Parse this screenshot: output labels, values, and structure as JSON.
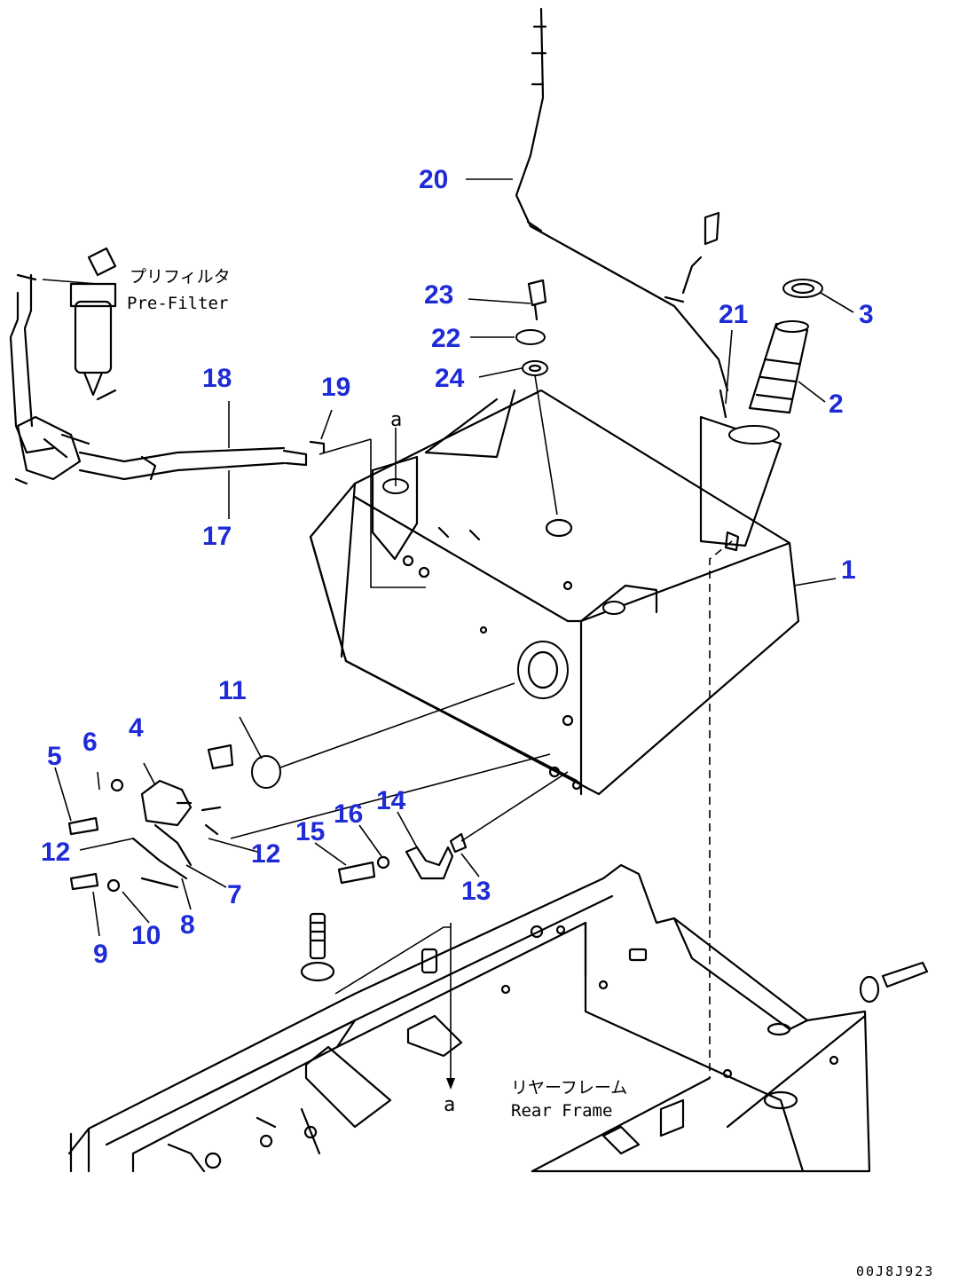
{
  "parts": [
    {
      "num": "1"
    },
    {
      "num": "2"
    },
    {
      "num": "3"
    },
    {
      "num": "4"
    },
    {
      "num": "5"
    },
    {
      "num": "6"
    },
    {
      "num": "7"
    },
    {
      "num": "8"
    },
    {
      "num": "9"
    },
    {
      "num": "10"
    },
    {
      "num": "11"
    },
    {
      "num": "12"
    },
    {
      "num": "12"
    },
    {
      "num": "13"
    },
    {
      "num": "14"
    },
    {
      "num": "15"
    },
    {
      "num": "16"
    },
    {
      "num": "17"
    },
    {
      "num": "18"
    },
    {
      "num": "19"
    },
    {
      "num": "20"
    },
    {
      "num": "21"
    },
    {
      "num": "22"
    },
    {
      "num": "23"
    },
    {
      "num": "24"
    }
  ],
  "labels": {
    "prefilter_jp": "プリフィルタ",
    "prefilter_en": "Pre-Filter",
    "rearframe_jp": "リヤーフレーム",
    "rearframe_en": "Rear Frame",
    "ref_a_top": "a",
    "ref_a_bottom": "a"
  },
  "doc_code": "00J8J923"
}
